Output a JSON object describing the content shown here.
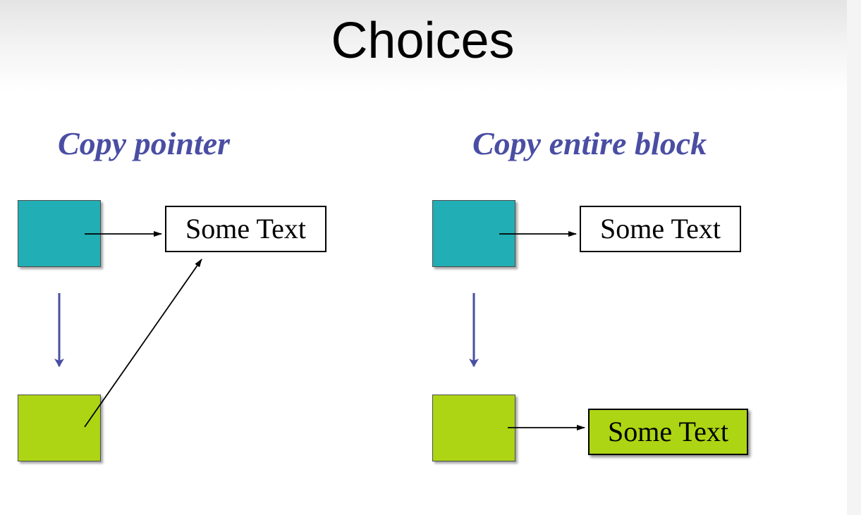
{
  "title": "Choices",
  "left_panel": {
    "heading": "Copy pointer",
    "box_text": "Some Text"
  },
  "right_panel": {
    "heading": "Copy entire block",
    "box_text": "Some Text",
    "copied_box_text": "Some Text"
  },
  "colors": {
    "heading": "#4a4ea3",
    "teal_block": "#21afb5",
    "lime_block": "#add514",
    "copy_arrow": "#4a4ea3",
    "pointer_arrow": "#000000"
  }
}
